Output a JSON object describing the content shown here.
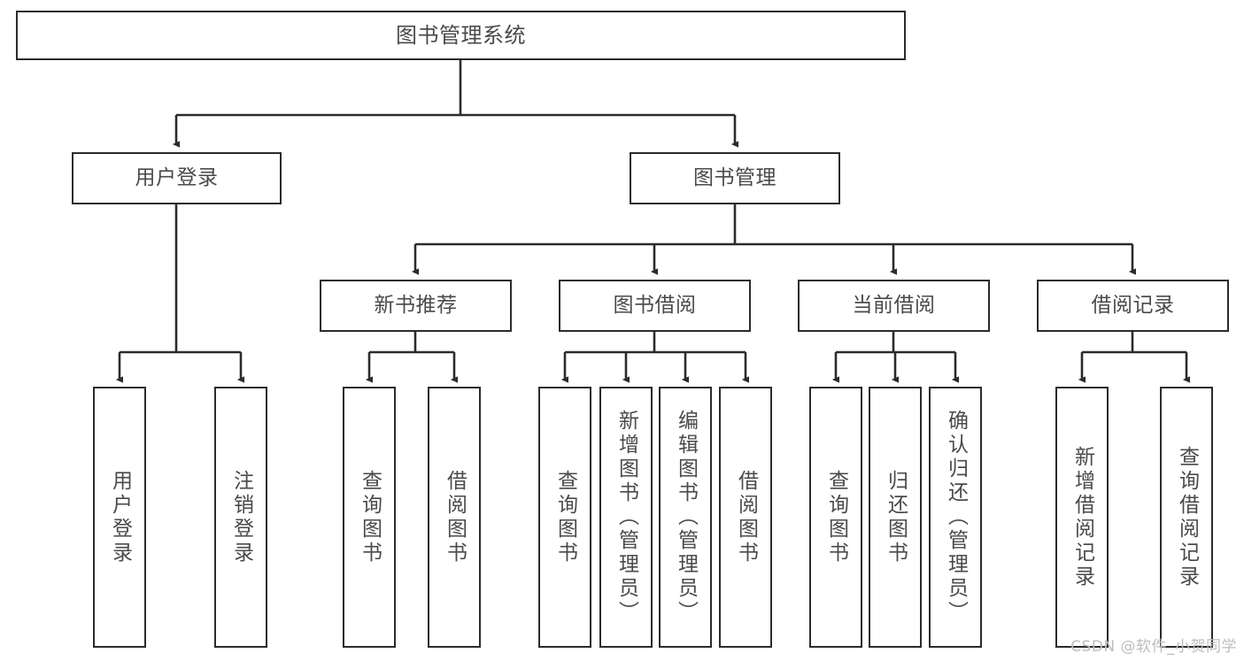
{
  "diagram": {
    "title": "图书管理系统",
    "type": "tree-hierarchy",
    "watermark": "CSDN @软件_小贺同学",
    "colors": {
      "box_border": "#2b2b2b",
      "box_fill": "#ffffff",
      "text": "#4a4a4a",
      "edge": "#2b2b2b",
      "watermark": "#bdbdbd"
    },
    "nodes": {
      "root": {
        "label": "图书管理系统",
        "orientation": "horizontal"
      },
      "level2": [
        {
          "label": "用户登录",
          "orientation": "horizontal"
        },
        {
          "label": "图书管理",
          "orientation": "horizontal"
        }
      ],
      "level3": [
        {
          "label": "新书推荐",
          "orientation": "horizontal"
        },
        {
          "label": "图书借阅",
          "orientation": "horizontal"
        },
        {
          "label": "当前借阅",
          "orientation": "horizontal"
        },
        {
          "label": "借阅记录",
          "orientation": "horizontal"
        }
      ],
      "leaves_user_login": [
        {
          "label": "用户登录",
          "orientation": "vertical"
        },
        {
          "label": "注销登录",
          "orientation": "vertical"
        }
      ],
      "leaves_new_book": [
        {
          "label": "查询图书",
          "orientation": "vertical"
        },
        {
          "label": "借阅图书",
          "orientation": "vertical"
        }
      ],
      "leaves_book_borrow": [
        {
          "label": "查询图书",
          "orientation": "vertical"
        },
        {
          "label": "新增图书（管理员）",
          "orientation": "vertical"
        },
        {
          "label": "编辑图书（管理员）",
          "orientation": "vertical"
        },
        {
          "label": "借阅图书",
          "orientation": "vertical"
        }
      ],
      "leaves_current_borrow": [
        {
          "label": "查询图书",
          "orientation": "vertical"
        },
        {
          "label": "归还图书",
          "orientation": "vertical"
        },
        {
          "label": "确认归还（管理员）",
          "orientation": "vertical"
        }
      ],
      "leaves_borrow_record": [
        {
          "label": "新增借阅记录",
          "orientation": "vertical"
        },
        {
          "label": "查询借阅记录",
          "orientation": "vertical"
        }
      ]
    }
  }
}
